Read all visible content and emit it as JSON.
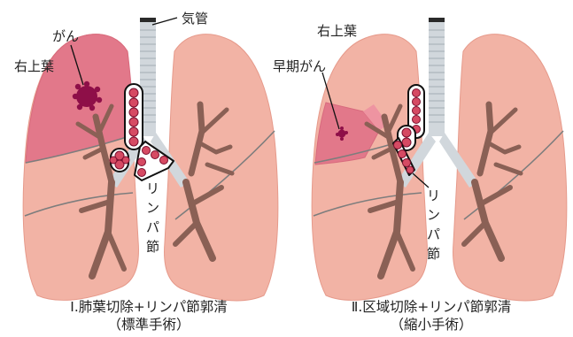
{
  "colors": {
    "lung": "#f2b3a5",
    "lung_edge": "#e69a8b",
    "fissure": "#7d7d7d",
    "resected": "#e2788a",
    "resected_light": "#ee94a1",
    "tumor": "#8e0f48",
    "bronchus": "#8a6055",
    "trachea": "#d1d7dc",
    "node_fill": "#d64a63",
    "node_edge": "#7b0f2e"
  },
  "icons": {
    "tumor": "tumor-icon"
  },
  "panel1": {
    "trachea_label": "気管",
    "lobe_label": "右上葉",
    "tumor_label": "がん",
    "node_label": [
      "リ",
      "ン",
      "パ",
      "節"
    ],
    "caption_line1": "Ⅰ.肺葉切除+リンパ節郭清",
    "caption_line2": "（標準手術）"
  },
  "panel2": {
    "lobe_label": "右上葉",
    "tumor_label": "早期がん",
    "node_label": [
      "リ",
      "ン",
      "パ",
      "節"
    ],
    "caption_line1": "Ⅱ.区域切除+リンパ節郭清",
    "caption_line2": "（縮小手術）"
  }
}
